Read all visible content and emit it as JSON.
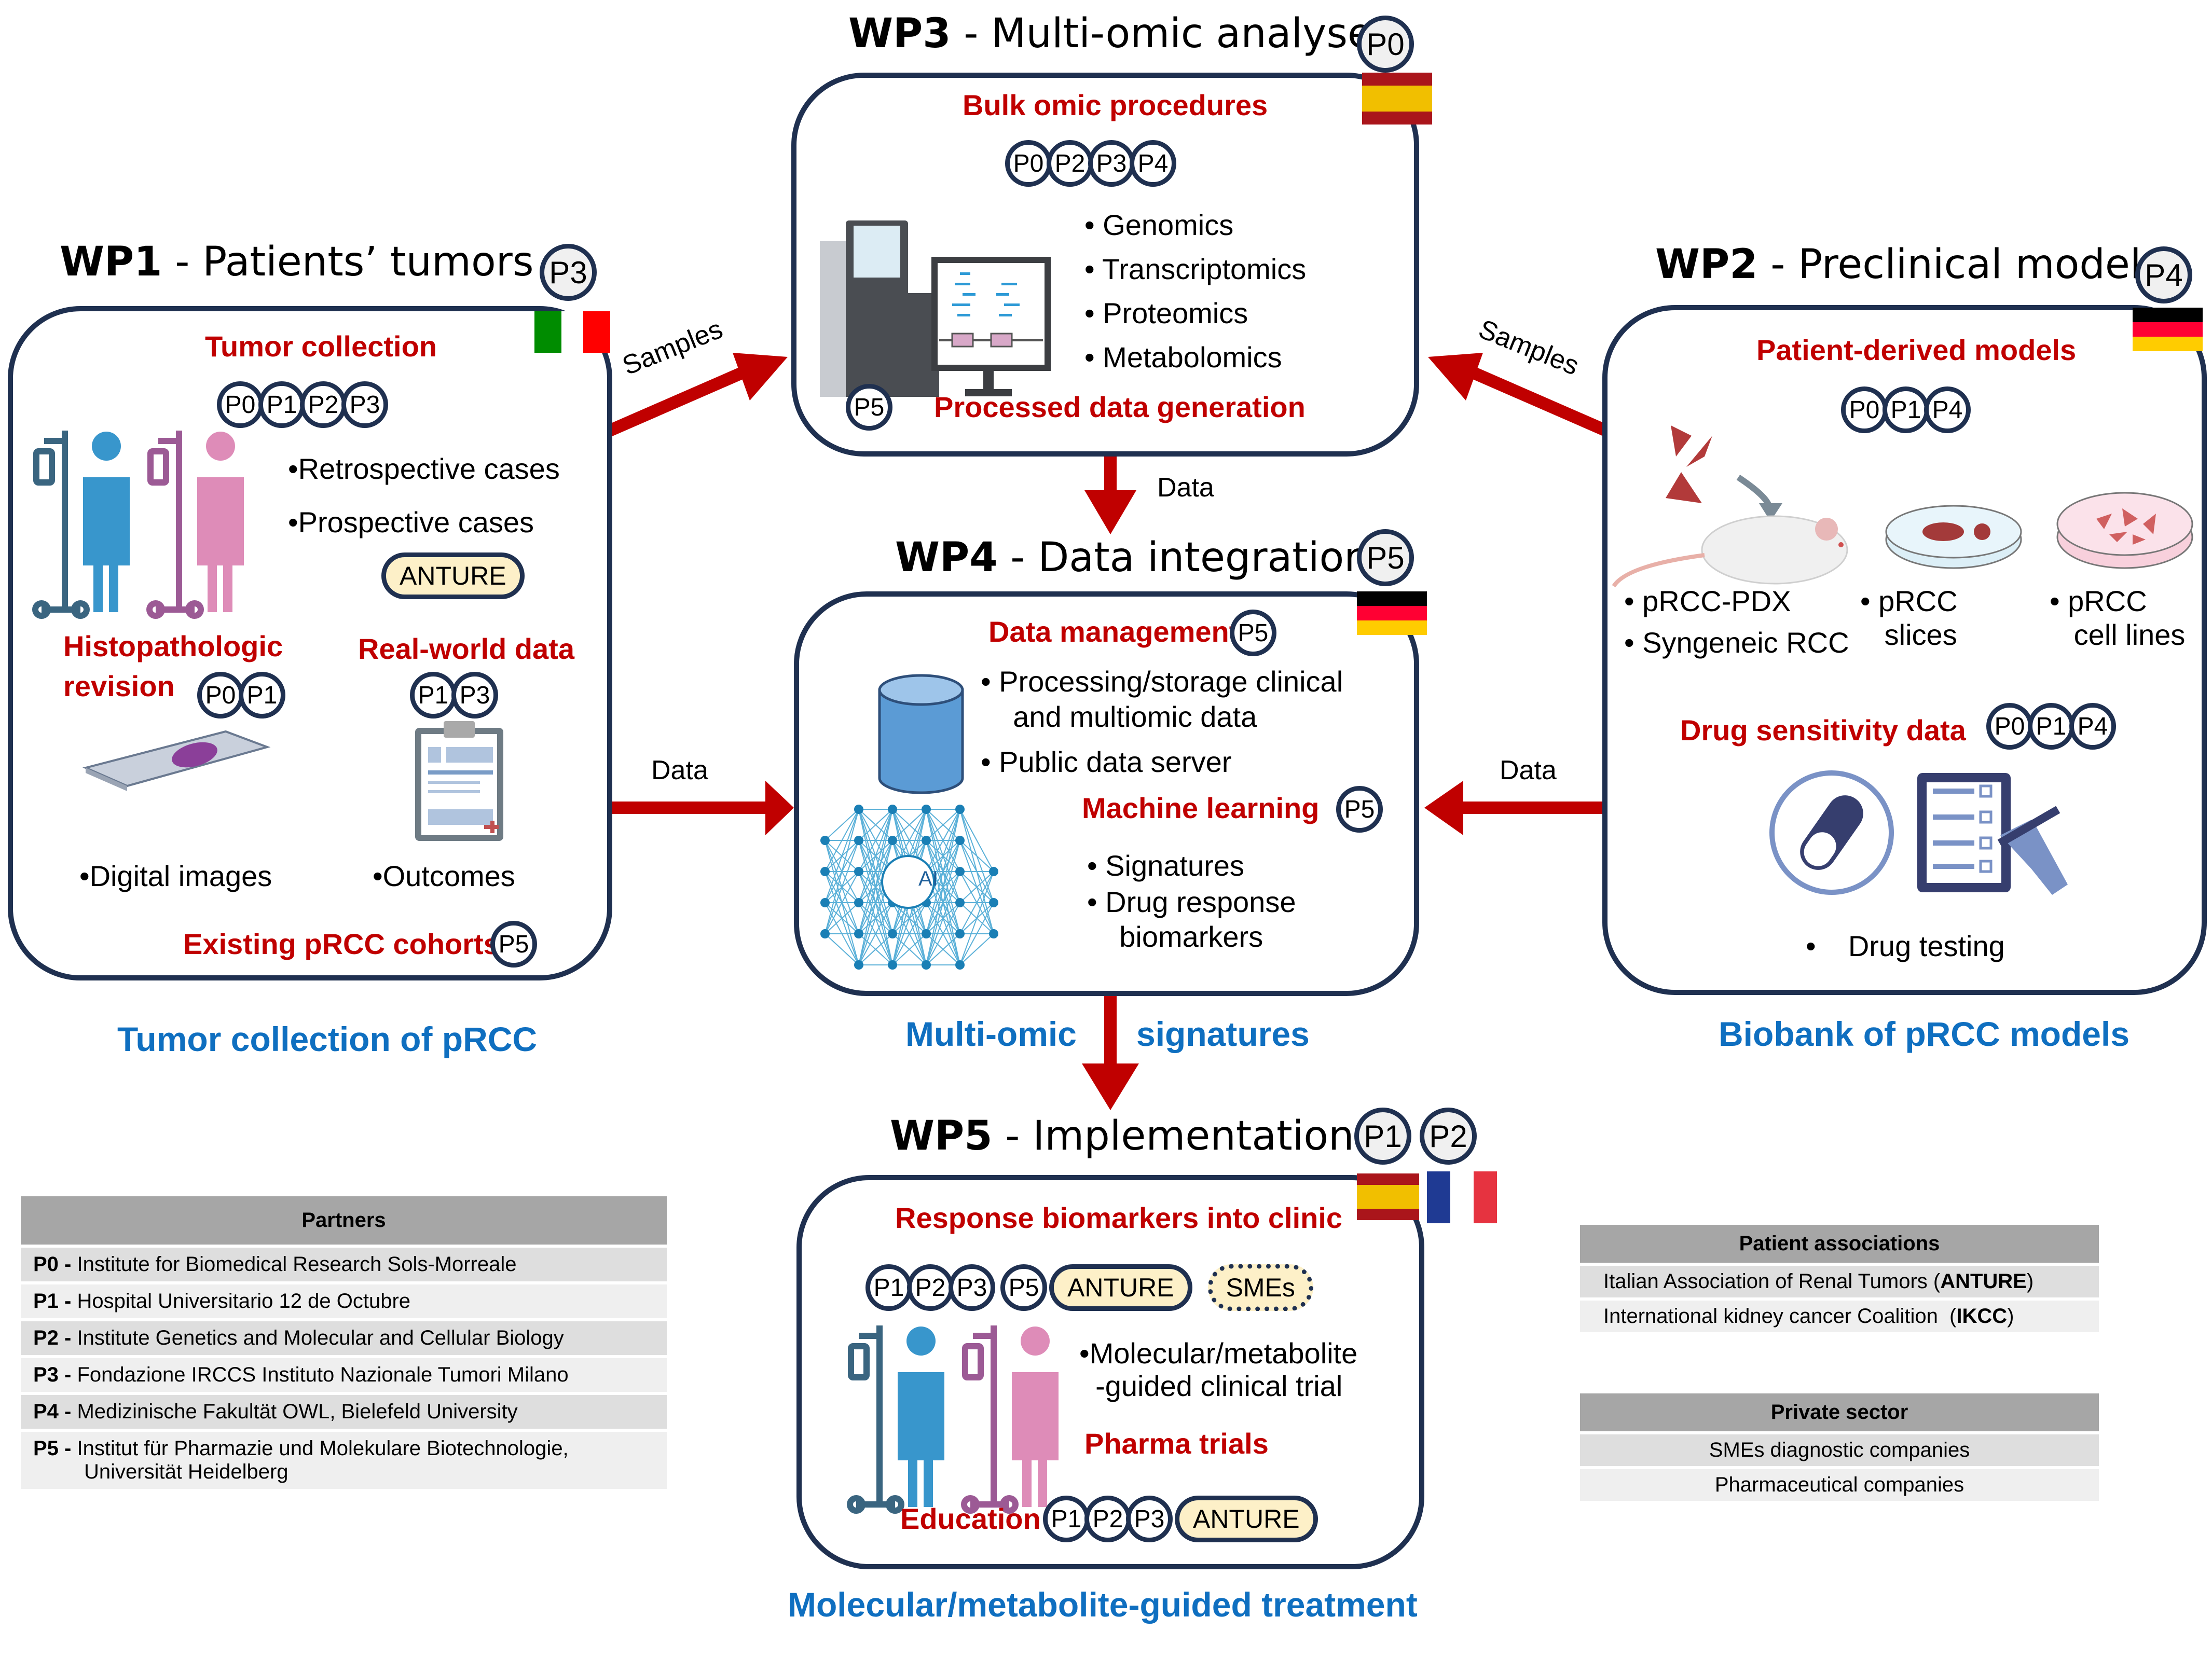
{
  "colors": {
    "box_border": "#1f3050",
    "red_heading": "#c00000",
    "blue_caption": "#0f6fc0",
    "arrow": "#c00000",
    "pill_fill": "#fdf0c8",
    "table_header": "#a6a6a6"
  },
  "wp1": {
    "title_bold": "WP1",
    "title_rest": " - Patients’ tumors",
    "lead": "P3",
    "flag": "Italy",
    "tumor_collection": "Tumor collection",
    "tumor_collection_partners": [
      "P0",
      "P1",
      "P2",
      "P3"
    ],
    "bullets": [
      "•Retrospective cases",
      "•Prospective cases"
    ],
    "prospective_pill": "ANTURE",
    "histo_heading_l1": "Histopathologic",
    "histo_heading_l2": "revision",
    "histo_partners": [
      "P0",
      "P1"
    ],
    "rwd_heading": "Real-world data",
    "rwd_partners": [
      "P1",
      "P3"
    ],
    "digital_images": "•Digital images",
    "outcomes": "•Outcomes",
    "existing": "Existing pRCC cohorts",
    "existing_partner": "P5",
    "caption": "Tumor collection of pRCC"
  },
  "wp3": {
    "title_bold": "WP3",
    "title_rest": " - Multi-omic analyses",
    "lead": "P0",
    "flag": "Spain",
    "bulk": "Bulk omic procedures",
    "bulk_partners": [
      "P0",
      "P2",
      "P3",
      "P4"
    ],
    "bullets": [
      "•  Genomics",
      "•  Transcriptomics",
      "•  Proteomics",
      "•  Metabolomics"
    ],
    "processed_partner": "P5",
    "processed": "Processed data generation"
  },
  "wp2": {
    "title_bold": "WP2",
    "title_rest": " - Preclinical models",
    "lead": "P4",
    "flag": "Germany",
    "pdm": "Patient-derived models",
    "pdm_partners": [
      "P0",
      "P1",
      "P4"
    ],
    "col1": [
      "•  pRCC-PDX",
      "•  Syngeneic RCC"
    ],
    "col2": [
      "• pRCC",
      "   slices"
    ],
    "col3": [
      "• pRCC",
      "   cell lines"
    ],
    "drug": "Drug sensitivity data",
    "drug_partners": [
      "P0",
      "P1",
      "P4"
    ],
    "drug_testing": "•    Drug testing",
    "caption": "Biobank of pRCC models"
  },
  "wp4": {
    "title_bold": "WP4",
    "title_rest": " - Data integration",
    "lead": "P5",
    "flag": "Germany",
    "dm": "Data management",
    "dm_partner": "P5",
    "dm_bullets": [
      "•  Processing/storage clinical",
      "    and multiomic data",
      "•  Public data server"
    ],
    "ml": "Machine learning",
    "ml_partner": "P5",
    "ml_bullets": [
      "•  Signatures",
      "•  Drug response",
      "    biomarkers"
    ],
    "ai_label": "AI",
    "caption_left": "Multi-omic",
    "caption_right": "signatures"
  },
  "wp5": {
    "title_bold": "WP5",
    "title_rest": " - Implementation",
    "leads": [
      "P1",
      "P2"
    ],
    "flags": [
      "Spain",
      "France"
    ],
    "rbc": "Response biomarkers into clinic",
    "rbc_partners": [
      "P1",
      "P2",
      "P3",
      "P5"
    ],
    "rbc_pill": "ANTURE",
    "rbc_dotted": "SMEs",
    "trial": [
      "•Molecular/metabolite",
      "  -guided clinical trial"
    ],
    "pharma": "Pharma trials",
    "education": "Education",
    "edu_partners": [
      "P1",
      "P2",
      "P3"
    ],
    "edu_pill": "ANTURE",
    "caption": "Molecular/metabolite-guided treatment"
  },
  "arrows": {
    "wp1_to_wp3": "Samples",
    "wp2_to_wp3": "Samples",
    "wp3_to_wp4": "Data",
    "wp1_to_wp4": "Data",
    "wp2_to_wp4": "Data"
  },
  "partners_table": {
    "header": "Partners",
    "rows": [
      {
        "id": "P0 -",
        "name": "Institute for Biomedical Research Sols-Morreale"
      },
      {
        "id": "P1 -",
        "name": "Hospital Universitario 12 de Octubre"
      },
      {
        "id": "P2 -",
        "name": "Institute Genetics and Molecular and Cellular Biology"
      },
      {
        "id": "P3 -",
        "name": "Fondazione IRCCS Instituto Nazionale Tumori Milano"
      },
      {
        "id": "P4 -",
        "name": "Medizinische Fakultät OWL, Bielefeld University"
      },
      {
        "id": "P5 -",
        "name": "Institut für Pharmazie und Molekulare Biotechnologie,",
        "name2": "Universität Heidelberg"
      }
    ]
  },
  "patient_assoc": {
    "header": "Patient associations",
    "rows": [
      {
        "text": "Italian Association of Renal Tumors (",
        "bold": "ANTURE",
        "end": ")"
      },
      {
        "text": "International kidney cancer Coalition  (",
        "bold": "IKCC",
        "end": ")"
      }
    ]
  },
  "private_sector": {
    "header": "Private sector",
    "rows": [
      "SMEs diagnostic companies",
      "Pharmaceutical companies"
    ]
  }
}
